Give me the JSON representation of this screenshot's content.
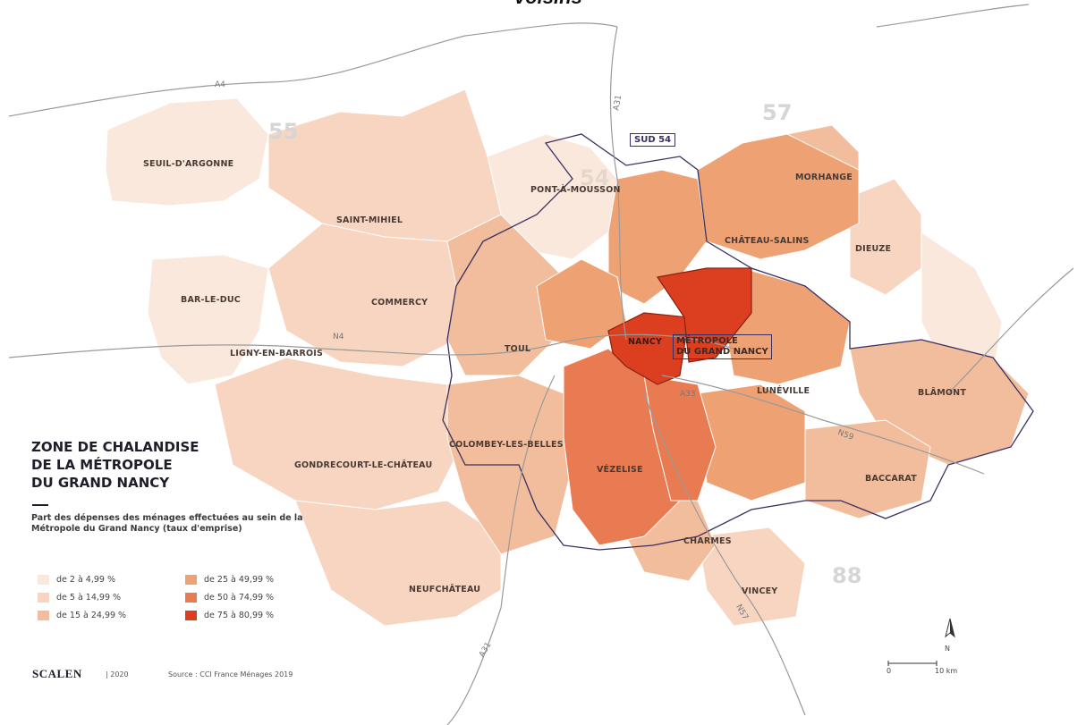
{
  "header": {
    "cut_title": "voisins"
  },
  "map": {
    "title_lines": [
      "ZONE DE CHALANDISE",
      "DE LA MÉTROPOLE",
      "DU GRAND NANCY"
    ],
    "subtitle": "Part des dépenses des ménages effectuées au sein de la Métropole du Grand Nancy (taux d'emprise)",
    "departments": [
      "55",
      "57",
      "54",
      "88"
    ],
    "roads": [
      "A4",
      "A31",
      "N4",
      "A33",
      "N59",
      "N57",
      "A31"
    ],
    "boxed_labels": {
      "sud54": "SUD 54",
      "metropole_line1": "MÉTROPOLE",
      "metropole_line2": "DU GRAND NANCY"
    },
    "places": [
      {
        "name": "SEUIL-D'ARGONNE",
        "class": "de 2 à 4,99 %"
      },
      {
        "name": "SAINT-MIHIEL",
        "class": "de 5 à 14,99 %"
      },
      {
        "name": "BAR-LE-DUC",
        "class": "de 2 à 4,99 %"
      },
      {
        "name": "COMMERCY",
        "class": "de 5 à 14,99 %"
      },
      {
        "name": "LIGNY-EN-BARROIS",
        "class": "de 5 à 14,99 %"
      },
      {
        "name": "PONT-À-MOUSSON",
        "class": "de 2 à 4,99 %"
      },
      {
        "name": "MORHANGE",
        "class": "de 15 à 24,99 %"
      },
      {
        "name": "CHÂTEAU-SALINS",
        "class": "de 25 à 49,99 %"
      },
      {
        "name": "DIEUZE",
        "class": "de 5 à 14,99 %"
      },
      {
        "name": "TOUL",
        "class": "de 15 à 24,99 %"
      },
      {
        "name": "NANCY",
        "class": "de 75 à 80,99 %"
      },
      {
        "name": "LUNÉVILLE",
        "class": "de 25 à 49,99 %"
      },
      {
        "name": "BLÂMONT",
        "class": "de 15 à 24,99 %"
      },
      {
        "name": "COLOMBEY-LES-BELLES",
        "class": "de 15 à 24,99 %"
      },
      {
        "name": "VÉZELISE",
        "class": "de 50 à 74,99 %"
      },
      {
        "name": "BACCARAT",
        "class": "de 15 à 24,99 %"
      },
      {
        "name": "GONDRECOURT-LE-CHÂTEAU",
        "class": "de 5 à 14,99 %"
      },
      {
        "name": "NEUFCHÂTEAU",
        "class": "de 5 à 14,99 %"
      },
      {
        "name": "CHARMES",
        "class": "de 15 à 24,99 %"
      },
      {
        "name": "VINCEY",
        "class": "de 5 à 14,99 %"
      }
    ]
  },
  "legend": {
    "items": [
      {
        "label": "de 2 à 4,99 %",
        "color": "#fbe8dd"
      },
      {
        "label": "de 5 à 14,99 %",
        "color": "#f7d5c0"
      },
      {
        "label": "de 15 à 24,99 %",
        "color": "#f2bd9c"
      },
      {
        "label": "de 25 à 49,99 %",
        "color": "#eea274"
      },
      {
        "label": "de 50 à 74,99 %",
        "color": "#e87b52"
      },
      {
        "label": "de 75 à 80,99 %",
        "color": "#dc3f1f"
      }
    ]
  },
  "footer": {
    "logo": "SCALEN",
    "year": "| 2020",
    "source": "Source : CCI France Ménages 2019"
  },
  "scale": {
    "start": "0",
    "end": "10 km",
    "north": "N"
  }
}
